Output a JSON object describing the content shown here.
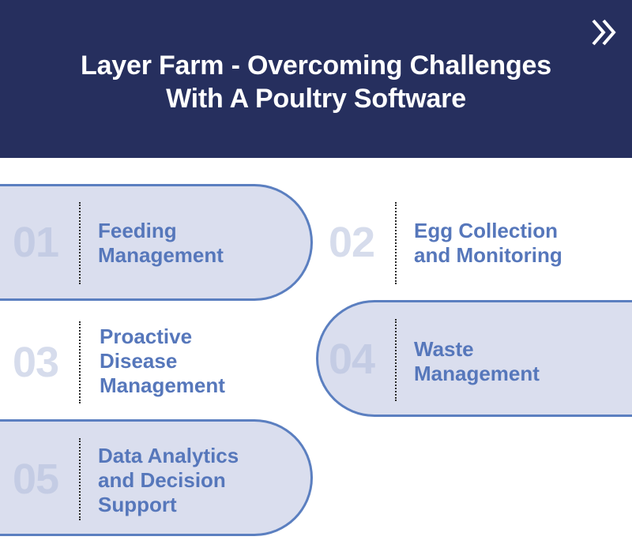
{
  "header": {
    "title_line1": "Layer Farm - Overcoming Challenges",
    "title_line2": "With A Poultry Software",
    "background": "#262f5e"
  },
  "items": [
    {
      "number": "01",
      "lines": [
        "Feeding",
        "Management"
      ]
    },
    {
      "number": "02",
      "lines": [
        "Egg Collection",
        "and Monitoring"
      ]
    },
    {
      "number": "03",
      "lines": [
        "Proactive",
        "Disease",
        "Management"
      ]
    },
    {
      "number": "04",
      "lines": [
        "Waste",
        "Management"
      ]
    },
    {
      "number": "05",
      "lines": [
        "Data Analytics",
        "and Decision",
        "Support"
      ]
    }
  ],
  "colors": {
    "pill_fill": "#dadeee",
    "pill_border": "#5b7fc0",
    "label_text": "#5677bb",
    "number_text": "#c4cce4"
  }
}
